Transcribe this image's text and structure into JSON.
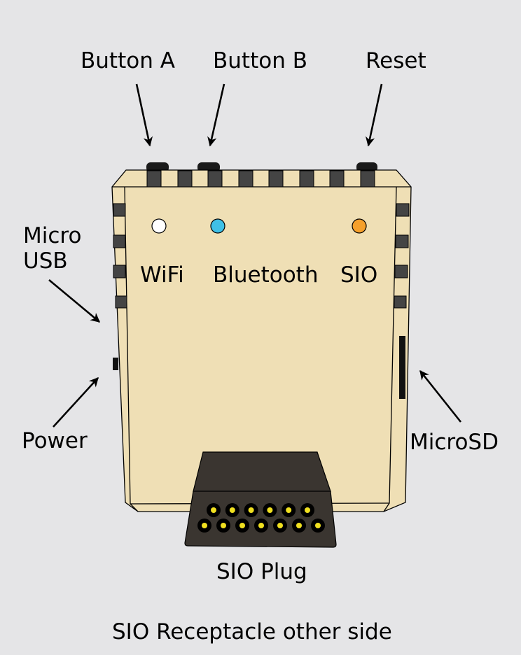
{
  "labels": {
    "button_a": "Button A",
    "button_b": "Button B",
    "reset": "Reset",
    "micro_usb": "Micro\nUSB",
    "power": "Power",
    "microsd": "MicroSD",
    "wifi": "WiFi",
    "bluetooth": "Bluetooth",
    "sio": "SIO",
    "sio_plug": "SIO Plug",
    "footer": "SIO Receptacle other side"
  },
  "leds": {
    "wifi": "#ffffff",
    "bluetooth": "#3fc0e6",
    "sio": "#f5a02c"
  },
  "colors": {
    "background": "#e5e5e7",
    "case": "#efdfb5",
    "stripe": "#444444",
    "plug": "#3a3530",
    "pin": "#f0e020"
  }
}
